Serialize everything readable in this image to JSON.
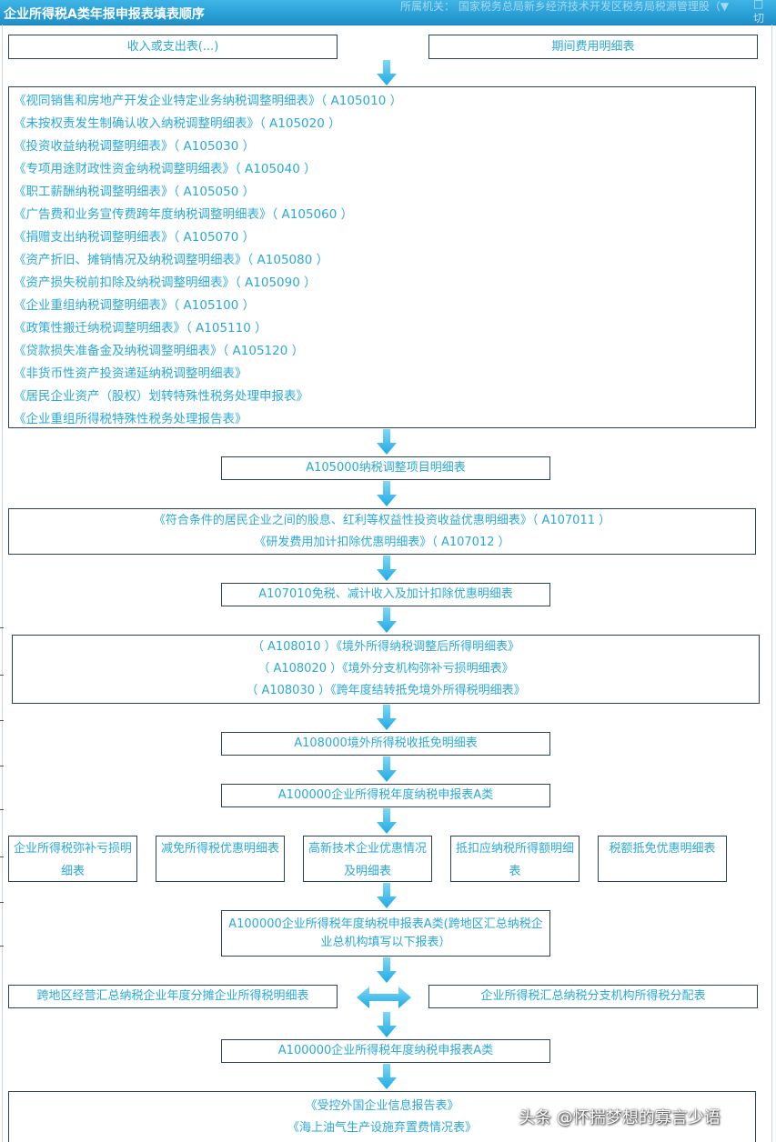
{
  "window": {
    "title": "企业所得税A类年报申报表填表顺序",
    "faded_header": "所属机关：  国家税务总局新乡经济技术开发区税务局税源管理股（▼",
    "corner_icon": "□ 切"
  },
  "top_row": {
    "left": "收入或支出表(...)",
    "right": "期间费用明细表"
  },
  "adjust_list": [
    "《视同销售和房地产开发企业特定业务纳税调整明细表》（ A105010 ）",
    "《未按权责发生制确认收入纳税调整明细表》（ A105020 ）",
    "《投资收益纳税调整明细表》（ A105030 ）",
    "《专项用途财政性资金纳税调整明细表》（ A105040 ）",
    "《职工薪酬纳税调整明细表》（ A105050 ）",
    "《广告费和业务宣传费跨年度纳税调整明细表》（ A105060 ）",
    "《捐赠支出纳税调整明细表》（ A105070 ）",
    "《资产折旧、摊销情况及纳税调整明细表》（ A105080 ）",
    "《资产损失税前扣除及纳税调整明细表》（ A105090 ）",
    "《企业重组纳税调整明细表》（ A105100 ）",
    "《政策性搬迁纳税调整明细表》（ A105110 ）",
    "《贷款损失准备金及纳税调整明细表》（ A105120 ）",
    "《非货币性资产投资递延纳税调整明细表》",
    "《居民企业资产（股权）划转特殊性税务处理申报表》",
    "《企业重组所得税特殊性税务处理报告表》"
  ],
  "a105000": "A105000纳税调整项目明细表",
  "preferential_list": [
    "《符合条件的居民企业之间的股息、红利等权益性投资收益优惠明细表》（ A107011 ）",
    "《研发费用加计扣除优惠明细表》（ A107012 ）"
  ],
  "a107010": "A107010免税、减计收入及加计扣除优惠明细表",
  "overseas_list": [
    "（ A108010 ）《境外所得纳税调整后所得明细表》",
    "（ A108020 ）《境外分支机构弥补亏损明细表》",
    "（ A108030 ）《跨年度结转抵免境外所得税明细表》"
  ],
  "a108000": "A108000境外所得税收抵免明细表",
  "a100000_first": "A100000企业所得税年度纳税申报表A类",
  "five_boxes": [
    "企业所得税弥补亏损明细表",
    "减免所得税优惠明细表",
    "高新技术企业优惠情况及明细表",
    "抵扣应纳税所得额明细表",
    "税额抵免优惠明细表"
  ],
  "a100000_cross": "A100000企业所得税年度纳税申报表A类(跨地区汇总纳税企业总机构填写以下报表）",
  "cross_left": "跨地区经营汇总纳税企业年度分摊企业所得税明细表",
  "cross_right": "企业所得税汇总纳税分支机构所得税分配表",
  "a100000_final": "A100000企业所得税年度纳税申报表A类",
  "final_list": [
    "《受控外国企业信息报告表》",
    "《海上油气生产设施弃置费情况表》"
  ],
  "watermark": "头条 @怀揣梦想的寡言少语",
  "colors": {
    "text": "#2aa9d8",
    "border": "#2a4254",
    "arrow": "#29b6ec",
    "titlebar": "#2a9fd6"
  }
}
